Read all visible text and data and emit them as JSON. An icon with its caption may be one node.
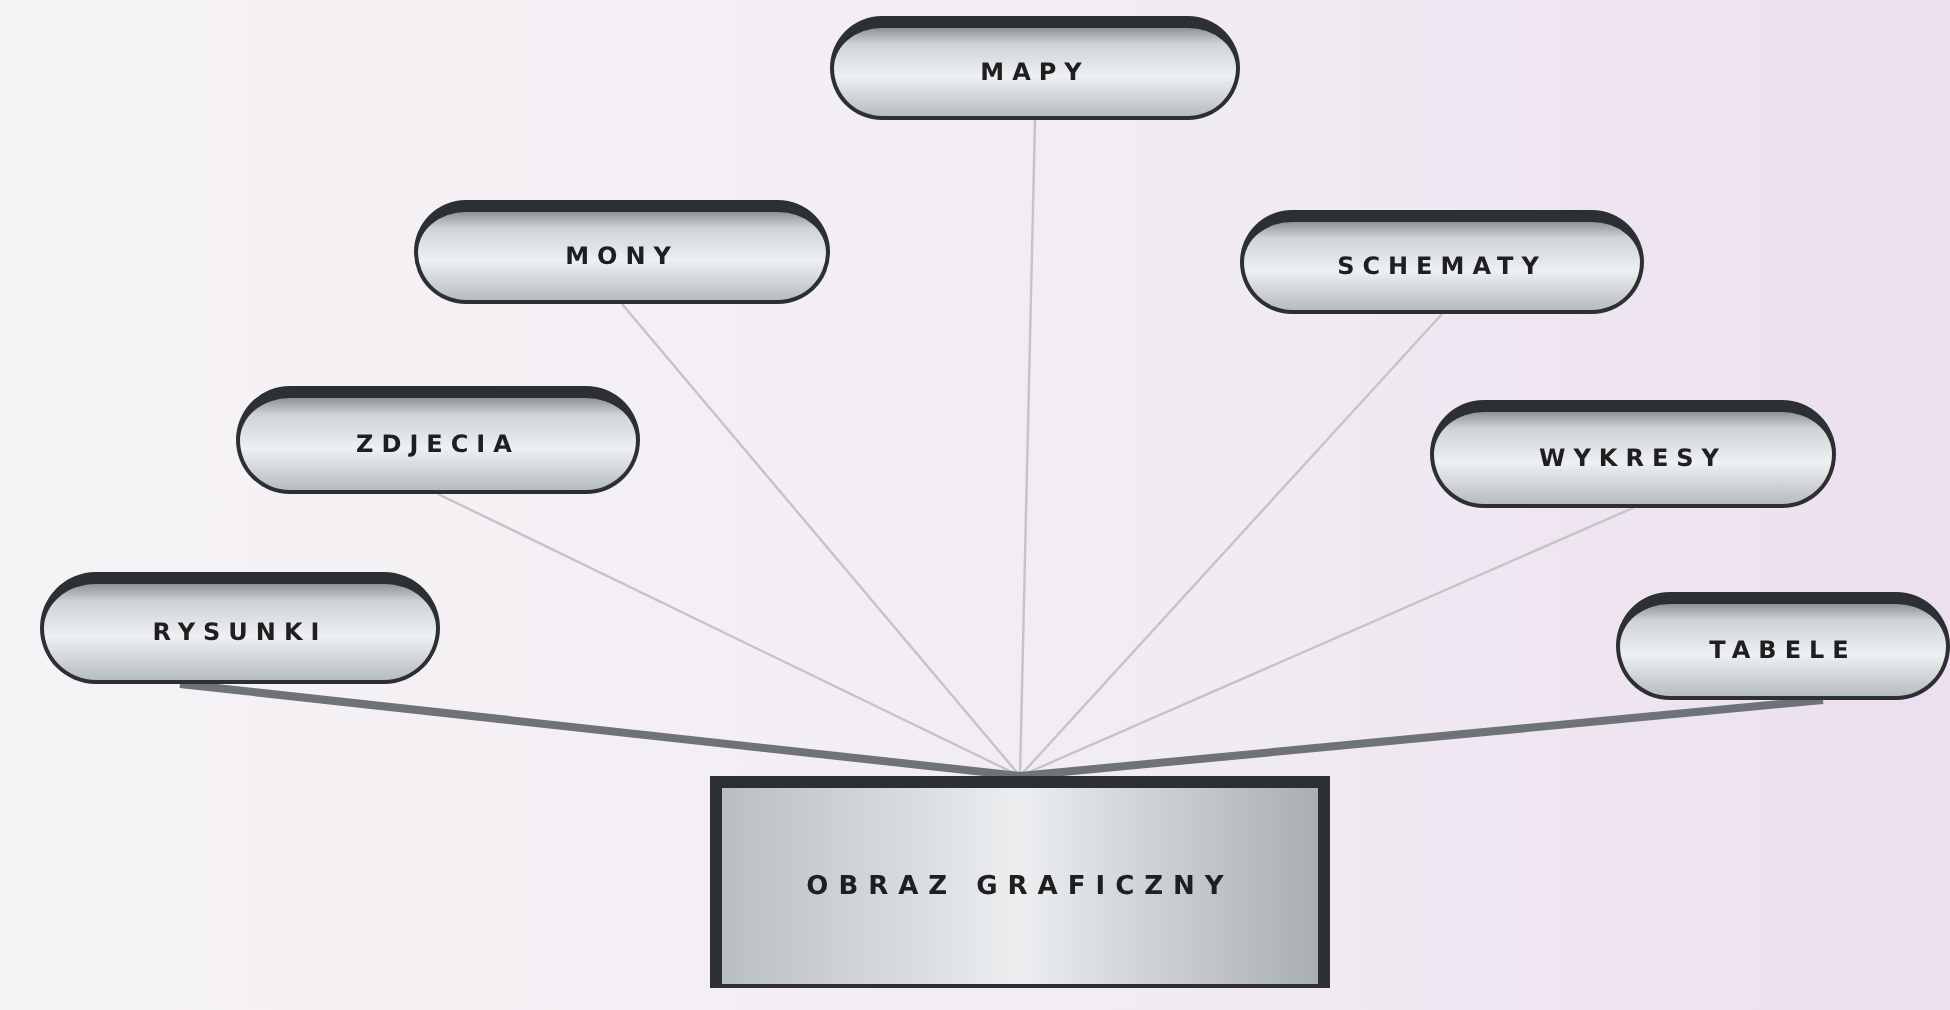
{
  "diagram": {
    "nodes": [
      {
        "text": [
          "MAPY"
        ]
      },
      {
        "text": [
          "MONY"
        ]
      },
      {
        "text": [
          "SCHEMATY"
        ]
      },
      {
        "text": [
          "ZDJECIA"
        ]
      },
      {
        "text": [
          "WYKRESY"
        ]
      },
      {
        "text": [
          "RYSUNKI"
        ]
      },
      {
        "text": [
          "TABELE"
        ]
      },
      {
        "text": [
          "OBRAZ GRAFICZNY"
        ]
      }
    ],
    "edges": [
      {
        "from": 7,
        "to": 0,
        "arrow": "none"
      },
      {
        "from": 7,
        "to": 1,
        "arrow": "none"
      },
      {
        "from": 7,
        "to": 2,
        "arrow": "none"
      },
      {
        "from": 7,
        "to": 3,
        "arrow": "none"
      },
      {
        "from": 7,
        "to": 4,
        "arrow": "none"
      },
      {
        "from": 7,
        "to": 5,
        "arrow": "none",
        "style": "thick"
      },
      {
        "from": 7,
        "to": 6,
        "arrow": "none",
        "style": "thick"
      }
    ]
  }
}
